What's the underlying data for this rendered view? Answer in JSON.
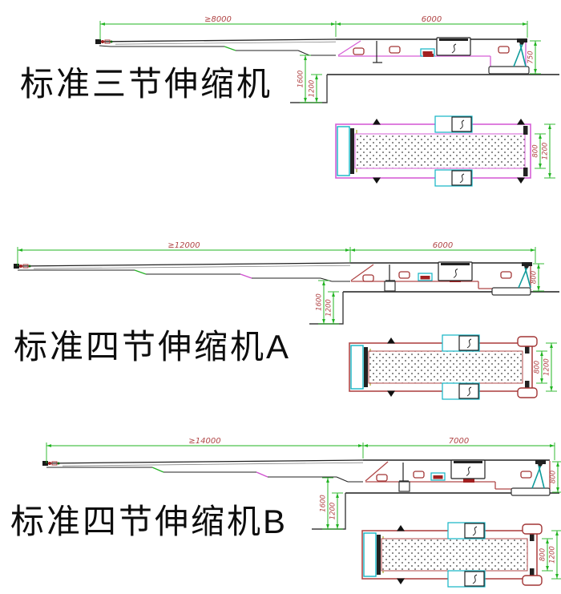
{
  "sections": [
    {
      "label": "标准三节伸缩机",
      "dims": {
        "extended": "≥8000",
        "base": "6000",
        "rear_height": "750",
        "clearance": "1600",
        "step": "1200",
        "belt_width": "800",
        "overall_width": "1200"
      }
    },
    {
      "label": "标准四节伸缩机A",
      "dims": {
        "extended": "≥12000",
        "base": "6000",
        "rear_height": "800",
        "clearance": "1600",
        "step": "1200",
        "belt_width": "800",
        "overall_width": "1200"
      }
    },
    {
      "label": "标准四节伸缩机B",
      "dims": {
        "extended": "≥14000",
        "base": "7000",
        "rear_height": "800",
        "clearance": "1600",
        "step": "1200",
        "belt_width": "800",
        "overall_width": "1200"
      }
    }
  ],
  "colors": {
    "dimension_line": "#21b421",
    "dimension_text": "#b04545",
    "outline_primary": "#d65fd6",
    "outline_secondary": "#b04848",
    "accent_cyan": "#12b5c5",
    "accent_teal": "#0f9b9b",
    "ink": "#222222",
    "ground": "#3d3d3d",
    "pad_red": "#a23535",
    "fill_red": "#a22020",
    "lead_green": "#27b227",
    "lead_magenta": "#cf4fcf"
  }
}
